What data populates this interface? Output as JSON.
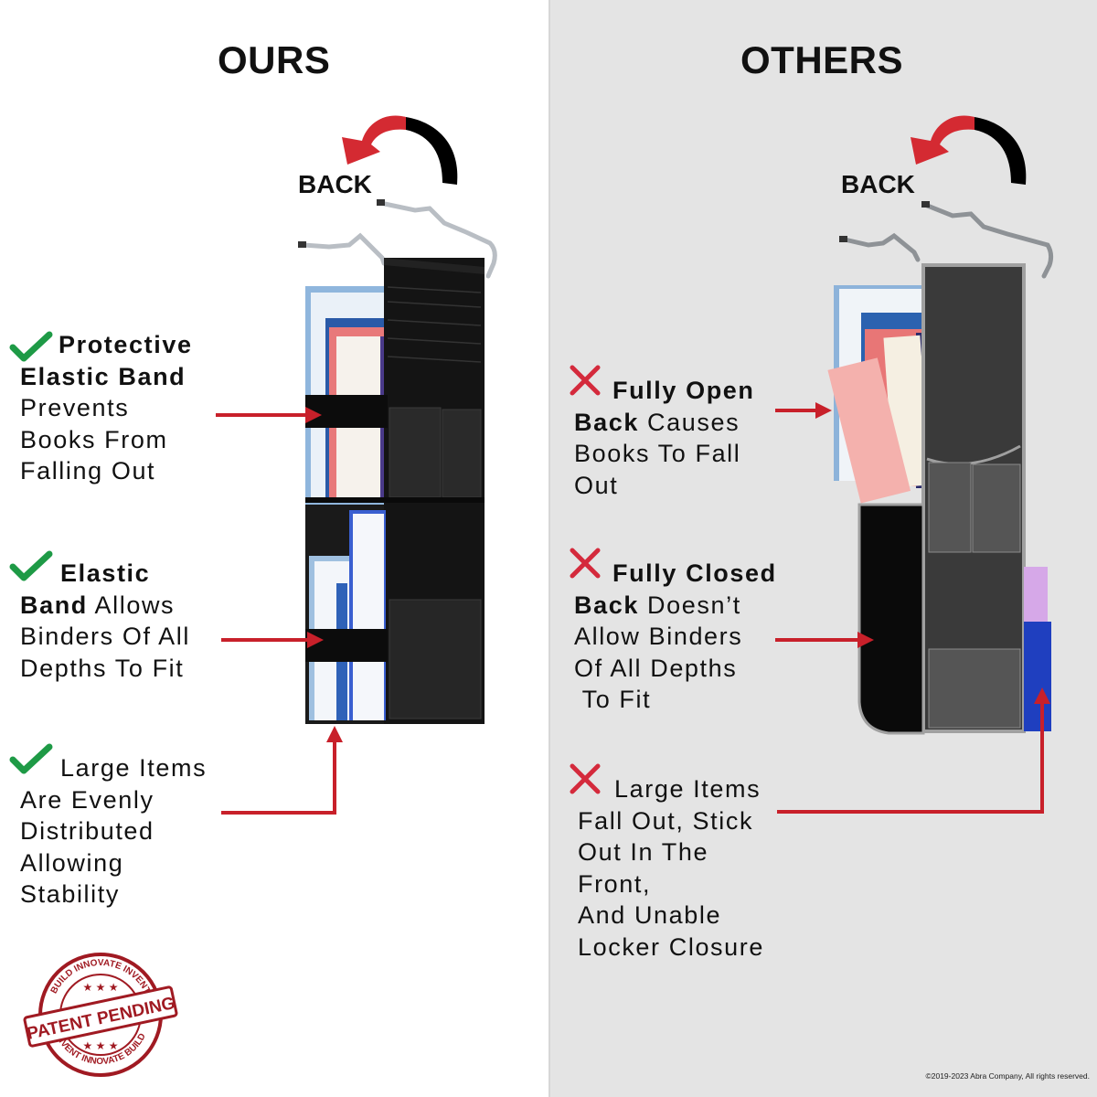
{
  "colors": {
    "left_background": "#ffffff",
    "right_background": "#e4e4e4",
    "arrow_red": "#c8202a",
    "check_green": "#1e9a46",
    "cross_red": "#d42a3c",
    "organizer_black": "#151515",
    "organizer_gray_trim": "#9a9a9a"
  },
  "ours": {
    "heading": "OURS",
    "back_label": "BACK",
    "features": [
      {
        "icon": "checkmark-icon",
        "lines": [
          {
            "bold": "Protective",
            "regular": ""
          },
          {
            "bold": "Elastic Band",
            "regular": ""
          },
          {
            "bold": "",
            "regular": "Prevents"
          },
          {
            "bold": "",
            "regular": "Books From"
          },
          {
            "bold": "",
            "regular": "Falling Out"
          }
        ]
      },
      {
        "icon": "checkmark-icon",
        "lines": [
          {
            "bold": "Elastic",
            "regular": ""
          },
          {
            "bold": "Band",
            "regular": " Allows"
          },
          {
            "bold": "",
            "regular": "Binders Of All"
          },
          {
            "bold": "",
            "regular": "Depths To Fit"
          }
        ]
      },
      {
        "icon": "checkmark-icon",
        "lines": [
          {
            "bold": "",
            "regular": "Large Items"
          },
          {
            "bold": "",
            "regular": "Are Evenly"
          },
          {
            "bold": "",
            "regular": "Distributed"
          },
          {
            "bold": "",
            "regular": "Allowing"
          },
          {
            "bold": "",
            "regular": "Stability"
          }
        ]
      }
    ],
    "stamp": {
      "main": "PATENT PENDING",
      "top_arc": "BUILD INNOVATE INVENT",
      "bottom_arc": "INVENT INNOVATE BUILD"
    }
  },
  "others": {
    "heading": "OTHERS",
    "back_label": "BACK",
    "features": [
      {
        "icon": "cross-icon",
        "lines": [
          {
            "bold": "Fully Open",
            "regular": ""
          },
          {
            "bold": "Back",
            "regular": " Causes"
          },
          {
            "bold": "",
            "regular": "Books To Fall"
          },
          {
            "bold": "",
            "regular": "Out"
          }
        ]
      },
      {
        "icon": "cross-icon",
        "lines": [
          {
            "bold": "Fully Closed",
            "regular": ""
          },
          {
            "bold": "Back",
            "regular": " Doesn’t"
          },
          {
            "bold": "",
            "regular": "Allow Binders"
          },
          {
            "bold": "",
            "regular": "Of All Depths"
          },
          {
            "bold": "",
            "regular": " To Fit"
          }
        ]
      },
      {
        "icon": "cross-icon",
        "lines": [
          {
            "bold": "",
            "regular": "Large Items"
          },
          {
            "bold": "",
            "regular": "Fall Out, Stick"
          },
          {
            "bold": "",
            "regular": "Out In The"
          },
          {
            "bold": "",
            "regular": "Front,"
          },
          {
            "bold": "",
            "regular": "And Unable"
          },
          {
            "bold": "",
            "regular": "Locker Closure"
          }
        ]
      }
    ]
  },
  "footer": {
    "copyright": "©2019-2023 Abra Company, All rights reserved."
  }
}
